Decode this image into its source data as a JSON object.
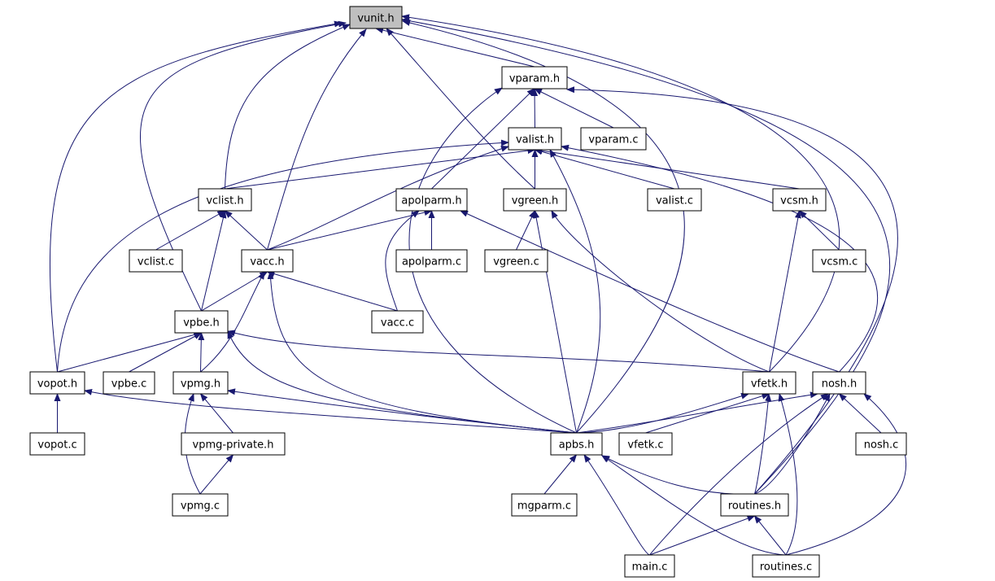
{
  "diagram": {
    "type": "include-dependency-graph",
    "colors": {
      "edge": "#191970",
      "node_border": "#000000",
      "node_fill": "#ffffff",
      "root_fill": "#bfbfbf",
      "background": "#ffffff"
    },
    "nodes": [
      {
        "id": "vunit_h",
        "label": "vunit.h",
        "root": true
      },
      {
        "id": "vparam_h",
        "label": "vparam.h"
      },
      {
        "id": "valist_h",
        "label": "valist.h"
      },
      {
        "id": "vparam_c",
        "label": "vparam.c"
      },
      {
        "id": "vclist_h",
        "label": "vclist.h"
      },
      {
        "id": "apolparm_h",
        "label": "apolparm.h"
      },
      {
        "id": "vgreen_h",
        "label": "vgreen.h"
      },
      {
        "id": "valist_c",
        "label": "valist.c"
      },
      {
        "id": "vcsm_h",
        "label": "vcsm.h"
      },
      {
        "id": "vclist_c",
        "label": "vclist.c"
      },
      {
        "id": "vacc_h",
        "label": "vacc.h"
      },
      {
        "id": "apolparm_c",
        "label": "apolparm.c"
      },
      {
        "id": "vgreen_c",
        "label": "vgreen.c"
      },
      {
        "id": "vcsm_c",
        "label": "vcsm.c"
      },
      {
        "id": "vpbe_h",
        "label": "vpbe.h"
      },
      {
        "id": "vacc_c",
        "label": "vacc.c"
      },
      {
        "id": "vopot_h",
        "label": "vopot.h"
      },
      {
        "id": "vpbe_c",
        "label": "vpbe.c"
      },
      {
        "id": "vpmg_h",
        "label": "vpmg.h"
      },
      {
        "id": "vfetk_h",
        "label": "vfetk.h"
      },
      {
        "id": "nosh_h",
        "label": "nosh.h"
      },
      {
        "id": "vopot_c",
        "label": "vopot.c"
      },
      {
        "id": "vpmg_private_h",
        "label": "vpmg-private.h"
      },
      {
        "id": "apbs_h",
        "label": "apbs.h"
      },
      {
        "id": "vfetk_c",
        "label": "vfetk.c"
      },
      {
        "id": "nosh_c",
        "label": "nosh.c"
      },
      {
        "id": "vpmg_c",
        "label": "vpmg.c"
      },
      {
        "id": "mgparm_c",
        "label": "mgparm.c"
      },
      {
        "id": "routines_h",
        "label": "routines.h"
      },
      {
        "id": "main_c",
        "label": "main.c"
      },
      {
        "id": "routines_c",
        "label": "routines.c"
      }
    ],
    "edges": [
      [
        "vparam_h",
        "vunit_h"
      ],
      [
        "vclist_h",
        "vunit_h"
      ],
      [
        "vacc_h",
        "vunit_h"
      ],
      [
        "vopot_h",
        "vunit_h"
      ],
      [
        "vpbe_h",
        "vunit_h"
      ],
      [
        "vgreen_h",
        "vunit_h"
      ],
      [
        "apbs_h",
        "vunit_h"
      ],
      [
        "vfetk_h",
        "vunit_h"
      ],
      [
        "routines_h",
        "vunit_h"
      ],
      [
        "valist_h",
        "vparam_h"
      ],
      [
        "vparam_c",
        "vparam_h"
      ],
      [
        "apolparm_h",
        "vparam_h"
      ],
      [
        "apbs_h",
        "vparam_h"
      ],
      [
        "routines_h",
        "vparam_h"
      ],
      [
        "vclist_h",
        "valist_h"
      ],
      [
        "vacc_h",
        "valist_h"
      ],
      [
        "vgreen_h",
        "valist_h"
      ],
      [
        "valist_c",
        "valist_h"
      ],
      [
        "vcsm_h",
        "valist_h"
      ],
      [
        "vopot_h",
        "valist_h"
      ],
      [
        "apbs_h",
        "valist_h"
      ],
      [
        "nosh_h",
        "valist_h"
      ],
      [
        "vclist_c",
        "vclist_h"
      ],
      [
        "vacc_h",
        "vclist_h"
      ],
      [
        "vpbe_h",
        "vclist_h"
      ],
      [
        "vacc_h",
        "apolparm_h"
      ],
      [
        "apolparm_c",
        "apolparm_h"
      ],
      [
        "vacc_c",
        "apolparm_h"
      ],
      [
        "nosh_h",
        "apolparm_h"
      ],
      [
        "vgreen_c",
        "vgreen_h"
      ],
      [
        "apbs_h",
        "vgreen_h"
      ],
      [
        "vfetk_h",
        "vgreen_h"
      ],
      [
        "vcsm_c",
        "vcsm_h"
      ],
      [
        "vfetk_h",
        "vcsm_h"
      ],
      [
        "vpbe_h",
        "vacc_h"
      ],
      [
        "vacc_c",
        "vacc_h"
      ],
      [
        "vpmg_h",
        "vacc_h"
      ],
      [
        "apbs_h",
        "vacc_h"
      ],
      [
        "vopot_h",
        "vpbe_h"
      ],
      [
        "vpbe_c",
        "vpbe_h"
      ],
      [
        "vpmg_h",
        "vpbe_h"
      ],
      [
        "apbs_h",
        "vpbe_h"
      ],
      [
        "vfetk_h",
        "vpbe_h"
      ],
      [
        "vopot_c",
        "vopot_h"
      ],
      [
        "apbs_h",
        "vopot_h"
      ],
      [
        "vpmg_private_h",
        "vpmg_h"
      ],
      [
        "vpmg_c",
        "vpmg_h"
      ],
      [
        "apbs_h",
        "vpmg_h"
      ],
      [
        "vpmg_c",
        "vpmg_private_h"
      ],
      [
        "apbs_h",
        "vfetk_h"
      ],
      [
        "vfetk_c",
        "vfetk_h"
      ],
      [
        "routines_h",
        "vfetk_h"
      ],
      [
        "routines_c",
        "vfetk_h"
      ],
      [
        "apbs_h",
        "nosh_h"
      ],
      [
        "nosh_c",
        "nosh_h"
      ],
      [
        "routines_h",
        "nosh_h"
      ],
      [
        "main_c",
        "nosh_h"
      ],
      [
        "routines_c",
        "nosh_h"
      ],
      [
        "mgparm_c",
        "apbs_h"
      ],
      [
        "routines_h",
        "apbs_h"
      ],
      [
        "main_c",
        "apbs_h"
      ],
      [
        "routines_c",
        "apbs_h"
      ],
      [
        "main_c",
        "routines_h"
      ],
      [
        "routines_c",
        "routines_h"
      ]
    ]
  }
}
